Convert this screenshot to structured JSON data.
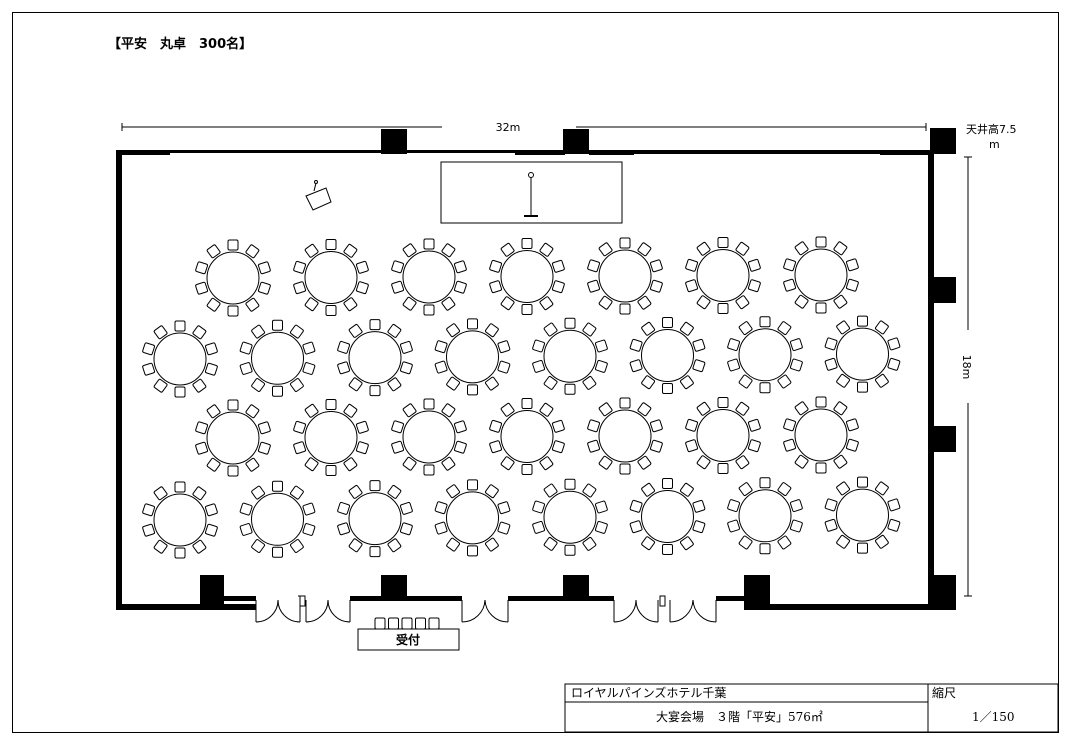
{
  "plan": {
    "title": "【平安　丸卓　300名】",
    "width_label": "32m",
    "depth_label": "18m",
    "ceiling_label_line1": "天井高7.5",
    "ceiling_label_line2": "m",
    "reception_label": "受付"
  },
  "title_block": {
    "hotel": "ロイヤルパインズホテル千葉",
    "venue": "大宴会場　３階「平安」576㎡",
    "scale_header": "縮尺",
    "scale_value": "1／150"
  },
  "layout": {
    "table_rows": [
      7,
      8,
      7,
      8
    ],
    "chairs_per_table": 10
  }
}
